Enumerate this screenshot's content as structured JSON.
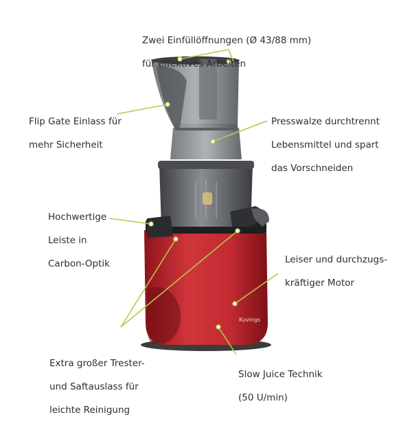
{
  "product": {
    "brand_logo": "Kuvings",
    "colors": {
      "body_red": "#c4262e",
      "chamber_smoke": "#5f6266",
      "callout_line": "#b5c94a",
      "text": "#2e2e2e"
    }
  },
  "callouts": [
    {
      "id": "feed-openings",
      "lines": [
        "Zwei Einfüllöffnungen (Ø 43/88 mm)",
        "für effektives Arbeiten"
      ]
    },
    {
      "id": "flip-gate",
      "lines": [
        "Flip Gate Einlass für",
        "mehr Sicherheit"
      ]
    },
    {
      "id": "press-roller",
      "lines": [
        "Presswalze durchtrennt",
        "Lebensmittel und spart",
        "das Vorschneiden"
      ]
    },
    {
      "id": "carbon-strip",
      "lines": [
        "Hochwertige",
        "Leiste in",
        "Carbon-Optik"
      ]
    },
    {
      "id": "motor",
      "lines": [
        "Leiser und durchzugs-",
        "kräftiger Motor"
      ]
    },
    {
      "id": "outlets",
      "lines": [
        "Extra großer Trester-",
        "und Saftauslass für",
        "leichte Reinigung"
      ]
    },
    {
      "id": "slow-juice",
      "lines": [
        "Slow Juice Technik",
        "(50 U/min)"
      ]
    }
  ]
}
